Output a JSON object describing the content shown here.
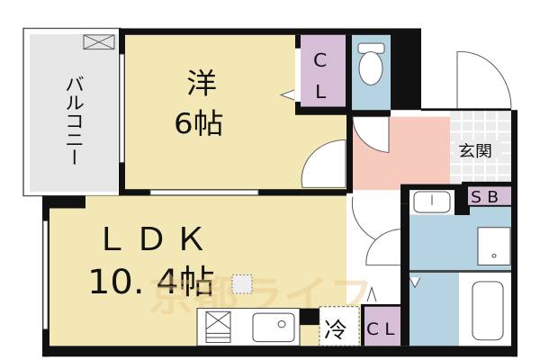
{
  "rooms": {
    "balcony": {
      "label": "バルコニー"
    },
    "western": {
      "label": "洋",
      "size": "6帖"
    },
    "closet_top": {
      "label_c": "C",
      "label_l": "L"
    },
    "ldk": {
      "label": "ＬＤＫ",
      "size": "10. 4帖"
    },
    "entrance": {
      "label": "玄関"
    },
    "shoe_box": {
      "label": "S B"
    },
    "fridge": {
      "label": "冷"
    },
    "closet_bottom": {
      "label": "C L"
    }
  },
  "watermark": {
    "text": "京都ライフ"
  },
  "colors": {
    "room_beige": "#f2e7b5",
    "closet_purple": "#d6bfd6",
    "water_blue": "#b6d3e2",
    "entrance_pink": "#f6cbbd",
    "balcony_gray": "#e6e6e6",
    "wall": "#111111"
  }
}
